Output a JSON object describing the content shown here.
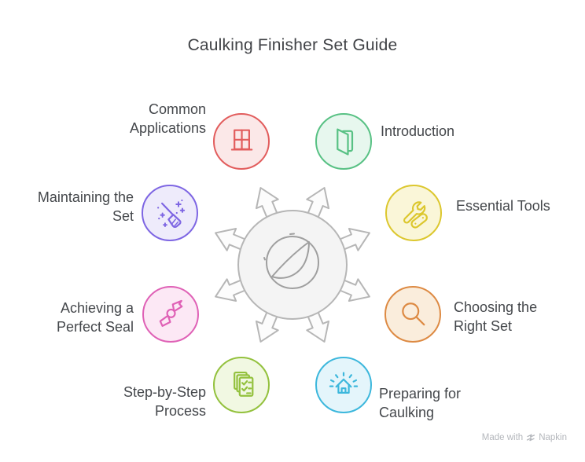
{
  "title": "Caulking Finisher Set Guide",
  "center": {
    "icon": "caulking-finisher-tool-icon",
    "hub_fill": "#f4f4f4",
    "hub_stroke": "#b6b6b6",
    "arrow_count": 8
  },
  "nodes": [
    {
      "label": "Common\nApplications",
      "icon": "window-icon",
      "accent": "#e25d5d",
      "fill": "#fbe8e8"
    },
    {
      "label": "Introduction",
      "icon": "open-door-icon",
      "accent": "#58c184",
      "fill": "#e7f7ee"
    },
    {
      "label": "Maintaining the\nSet",
      "icon": "broom-icon",
      "accent": "#7e66e3",
      "fill": "#eeebfb"
    },
    {
      "label": "Essential Tools",
      "icon": "tools-icon",
      "accent": "#dcc72e",
      "fill": "#faf6d8"
    },
    {
      "label": "Achieving a\nPerfect Seal",
      "icon": "diploma-icon",
      "accent": "#df61b6",
      "fill": "#fce8f5"
    },
    {
      "label": "Choosing the\nRight Set",
      "icon": "magnifier-icon",
      "accent": "#dd8a43",
      "fill": "#faeddc"
    },
    {
      "label": "Step-by-Step\nProcess",
      "icon": "checklist-icon",
      "accent": "#93c13d",
      "fill": "#f1f8e2"
    },
    {
      "label": "Preparing for\nCaulking",
      "icon": "house-icon",
      "accent": "#3cb7dc",
      "fill": "#e4f5fb"
    }
  ],
  "watermark": {
    "text": "Made with",
    "brand": "Napkin"
  }
}
